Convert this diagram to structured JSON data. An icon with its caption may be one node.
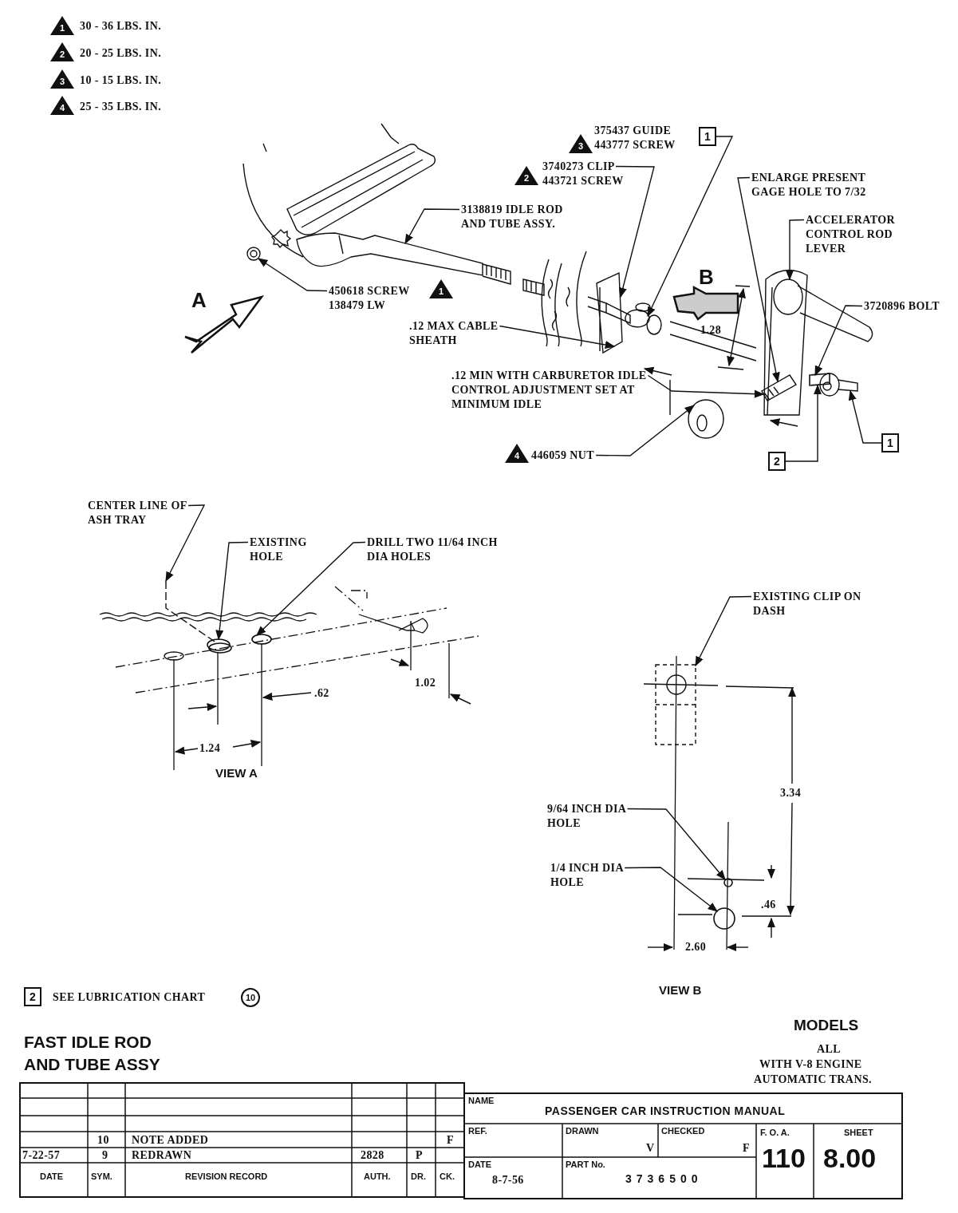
{
  "diagram": {
    "title": "FAST IDLE ROD AND TUBE ASSY",
    "nodes": [
      {
        "text": [
          "3138819 IDLE ROD AND TUBE ASSY."
        ]
      },
      {
        "text": [
          "450618 SCREW 138479 LW"
        ]
      },
      {
        "text": [
          "3740273 CLIP 443721 SCREW"
        ]
      },
      {
        "text": [
          "375437 GUIDE 443777 SCREW"
        ]
      },
      {
        "text": [
          "1"
        ]
      },
      {
        "text": [
          "ENLARGE PRESENT GAGE HOLE TO 7/32"
        ]
      },
      {
        "text": [
          "ACCELERATOR CONTROL ROD LEVER"
        ]
      },
      {
        "text": [
          "3720896 BOLT"
        ]
      },
      {
        "text": [
          ".12 MAX CABLE SHEATH"
        ]
      },
      {
        "text": [
          ".12 MIN WITH CARBURETOR IDLE CONTROL ADJUSTMENT SET AT MINIMUM IDLE"
        ]
      },
      {
        "text": [
          "446059 NUT"
        ]
      },
      {
        "text": [
          "2"
        ]
      },
      {
        "text": [
          "1"
        ]
      },
      {
        "text": [
          "CENTER LINE OF ASH TRAY"
        ]
      },
      {
        "text": [
          "EXISTING HOLE"
        ]
      },
      {
        "text": [
          "DRILL TWO 11/64 INCH DIA HOLES"
        ]
      },
      {
        "text": [
          "EXISTING CLIP ON DASH"
        ]
      },
      {
        "text": [
          "9/64 INCH DIA HOLE"
        ]
      },
      {
        "text": [
          "1/4 INCH DIA HOLE"
        ]
      },
      {
        "text": [
          "2"
        ]
      },
      {
        "text": [
          "10"
        ]
      },
      {
        "text": [],
        "shape": "picture"
      },
      {
        "text": [],
        "shape": "picture"
      },
      {
        "text": [],
        "shape": "picture"
      },
      {
        "text": [],
        "shape": "picture"
      },
      {
        "text": [],
        "shape": "picture"
      },
      {
        "text": [],
        "shape": "picture",
        "in": 25
      },
      {
        "text": [],
        "shape": "box"
      },
      {
        "text": [],
        "shape": "picture"
      },
      {
        "text": [],
        "shape": "picture"
      },
      {
        "text": [],
        "shape": "picture"
      },
      {
        "text": [],
        "shape": "circle"
      },
      {
        "text": [],
        "shape": "circle"
      },
      {
        "text": [],
        "shape": "picture"
      },
      {
        "text": [],
        "shape": "circle"
      },
      {
        "text": [],
        "shape": "circle"
      }
    ],
    "edges": [
      {
        "from": 0,
        "to": 21,
        "arrow": "to"
      },
      {
        "from": 1,
        "to": 22,
        "arrow": "to"
      },
      {
        "from": 2,
        "to": 23,
        "arrow": "to"
      },
      {
        "from": 4,
        "to": 24,
        "arrow": "to"
      },
      {
        "from": 5,
        "to": 26,
        "arrow": "to"
      },
      {
        "from": 6,
        "to": 25,
        "arrow": "to"
      },
      {
        "from": 7,
        "to": 27,
        "arrow": "to"
      },
      {
        "from": 8,
        "to": 23,
        "arrow": "to"
      },
      {
        "from": 9,
        "to": 26,
        "arrow": "to"
      },
      {
        "from": 10,
        "to": 29,
        "arrow": "to"
      },
      {
        "from": 11,
        "to": 27,
        "arrow": "to"
      },
      {
        "from": 12,
        "to": 28,
        "arrow": "to"
      },
      {
        "from": 13,
        "to": 30,
        "arrow": "to"
      },
      {
        "from": 14,
        "to": 31,
        "arrow": "to"
      },
      {
        "from": 15,
        "to": 32,
        "arrow": "to"
      },
      {
        "from": 16,
        "to": 33,
        "arrow": "to"
      },
      {
        "from": 17,
        "to": 34,
        "arrow": "to"
      },
      {
        "from": 18,
        "to": 35,
        "arrow": "to"
      }
    ],
    "labels": [
      "1",
      "30 - 36 LBS. IN.",
      "2",
      "20 - 25 LBS. IN.",
      "3",
      "10 - 15 LBS. IN.",
      "4",
      "25 - 35 LBS. IN.",
      "3",
      "2",
      "1",
      "B",
      "A",
      "1.28",
      "4",
      ".62",
      "1.02",
      "1.24",
      "VIEW A",
      "3.34",
      ".46",
      "2.60",
      "VIEW B",
      "SEE LUBRICATION CHART",
      "MODELS",
      "ALL",
      "WITH V-8 ENGINE",
      "AUTOMATIC TRANS.",
      "10",
      "NOTE ADDED",
      "F",
      "7-22-57",
      "9",
      "REDRAWN",
      "2828",
      "P",
      "DATE",
      "SYM.",
      "REVISION RECORD",
      "AUTH.",
      "DR.",
      "CK.",
      "NAME",
      "PASSENGER CAR INSTRUCTION MANUAL",
      "REF.",
      "DRAWN",
      "V",
      "CHECKED",
      "F",
      "F. O. A.",
      "110",
      "SHEET",
      "8.00",
      "DATE",
      "8-7-56",
      "PART No.",
      "3736500"
    ]
  }
}
